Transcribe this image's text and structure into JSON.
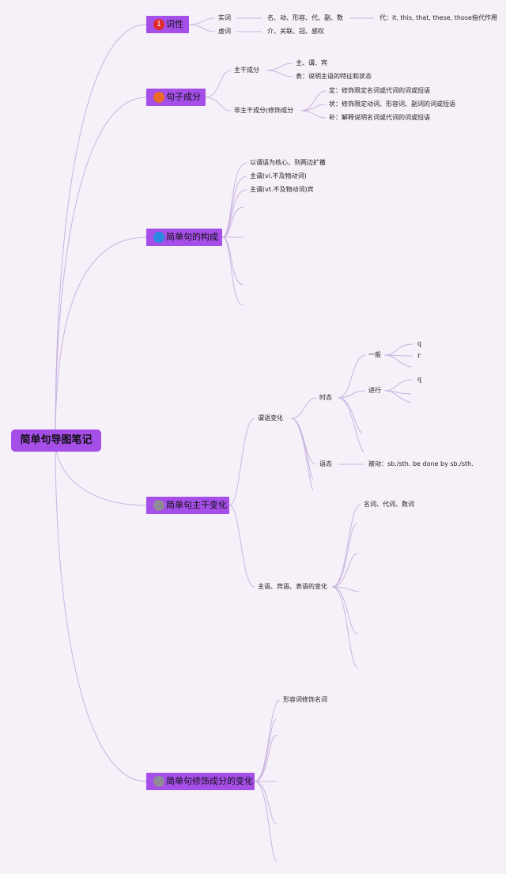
{
  "title": "简单句导图笔记",
  "colors": {
    "accent": "#a54ee8",
    "line": "#c9b4e0",
    "background": "#f6f1f9"
  },
  "branches": [
    {
      "label": "词性",
      "icon": "priority-1-icon",
      "icon_glyph": "1",
      "icon_color": "#e02a2a",
      "children": [
        {
          "label": "实词",
          "children": [
            {
              "label": "名、动、形容、代、副、数",
              "children": [
                {
                  "label": "代：it, this, that, these, those指代作用"
                }
              ]
            }
          ]
        },
        {
          "label": "虚词",
          "children": [
            {
              "label": "介、关联、冠、感叹"
            }
          ]
        }
      ]
    },
    {
      "label": "句子成分",
      "icon": "orange-circle-icon",
      "icon_color": "#ea6a2a",
      "children": [
        {
          "label": "主干成分",
          "children": [
            {
              "label": "主、谓、宾"
            },
            {
              "label": "表：说明主语的特征和状态"
            }
          ]
        },
        {
          "label": "非主干成分(修饰成分",
          "children": [
            {
              "label": "定：修饰限定名词或代词的词或短语"
            },
            {
              "label": "状：修饰限定动词、形容词、副词的词或短语"
            },
            {
              "label": "补：解释说明名词或代词的词或短语"
            }
          ]
        }
      ]
    },
    {
      "label": "简单句的构成",
      "icon": "blue-circle-icon",
      "icon_color": "#2a8ae0",
      "children": [
        {
          "label": "以谓语为核心，到两边扩撒"
        },
        {
          "label": "主谓(vi.不及物动词)"
        },
        {
          "label": "主谓(vt.不及物动词)宾"
        }
      ]
    },
    {
      "label": "简单句主干变化",
      "icon": "gray-circle-icon",
      "icon_color": "#8f8a96",
      "children": [
        {
          "label": "谓语变化",
          "children": [
            {
              "label": "时态",
              "children": [
                {
                  "label": "一般",
                  "children": [
                    {
                      "label": "q"
                    },
                    {
                      "label": "r"
                    }
                  ]
                },
                {
                  "label": "进行",
                  "children": [
                    {
                      "label": "q"
                    }
                  ]
                }
              ]
            },
            {
              "label": "语态",
              "children": [
                {
                  "label": "被动：sb./sth. be done by sb./sth."
                }
              ]
            }
          ]
        },
        {
          "label": "主语、宾语、表语的变化",
          "children": [
            {
              "label": "名词、代词、数词"
            }
          ]
        }
      ]
    },
    {
      "label": "简单句修饰成分的变化",
      "icon": "gray-circle-icon",
      "icon_color": "#8f8a96",
      "children": [
        {
          "label": "形容词修饰名词"
        }
      ]
    }
  ]
}
